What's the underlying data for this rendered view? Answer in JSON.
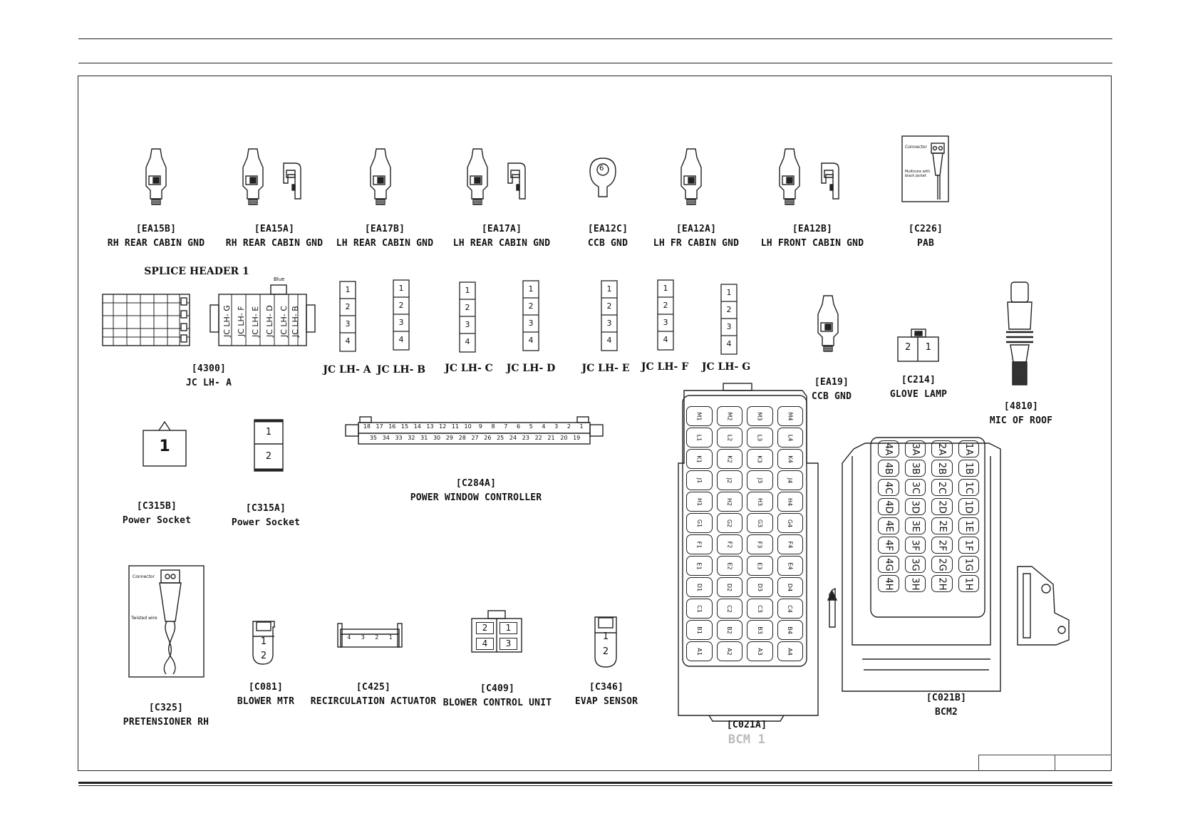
{
  "connectors": [
    {
      "code": "[EA15B]",
      "name": "RH REAR CABIN GND"
    },
    {
      "code": "[EA15A]",
      "name": "RH REAR CABIN GND"
    },
    {
      "code": "[EA17B]",
      "name": "LH REAR CABIN GND"
    },
    {
      "code": "[EA17A]",
      "name": "LH REAR CABIN GND"
    },
    {
      "code": "[EA12C]",
      "name": "CCB GND"
    },
    {
      "code": "[EA12A]",
      "name": "LH FR CABIN GND"
    },
    {
      "code": "[EA12B]",
      "name": "LH FRONT CABIN GND"
    },
    {
      "code": "[C226]",
      "name": "PAB"
    },
    {
      "code": "[4300]",
      "name": "JC LH- A"
    },
    {
      "code": "[EA19]",
      "name": "CCB GND"
    },
    {
      "code": "[C214]",
      "name": "GLOVE LAMP"
    },
    {
      "code": "[4810]",
      "name": "MIC OF ROOF"
    },
    {
      "code": "[C315B]",
      "name": "Power Socket"
    },
    {
      "code": "[C315A]",
      "name": "Power Socket"
    },
    {
      "code": "[C284A]",
      "name": "POWER WINDOW CONTROLLER"
    },
    {
      "code": "[C325]",
      "name": "PRETENSIONER RH"
    },
    {
      "code": "[C081]",
      "name": "BLOWER MTR"
    },
    {
      "code": "[C425]",
      "name": "RECIRCULATION ACTUATOR"
    },
    {
      "code": "[C409]",
      "name": "BLOWER CONTROL UNIT"
    },
    {
      "code": "[C346]",
      "name": "EVAP SENSOR"
    },
    {
      "code": "[C021A]",
      "name": "BCM 1"
    },
    {
      "code": "[C021B]",
      "name": "BCM2"
    }
  ],
  "splice_header_title": "SPLICE HEADER 1",
  "splice_blue": "Blue",
  "splice_rows": [
    "JC LH- G",
    "JC LH- F",
    "JC LH- E",
    "JC LH- D",
    "JC LH- C",
    "JC LH- B"
  ],
  "jc_labels": [
    "JC LH- A",
    "JC LH- B",
    "JC LH- C",
    "JC LH- D",
    "JC LH- E",
    "JC LH- F",
    "JC LH- G"
  ],
  "jc_pins": [
    "1",
    "2",
    "3",
    "4"
  ],
  "pab_text": {
    "connector": "Connector",
    "bottom": "Multicore with black jacket"
  },
  "pret_text": {
    "connector": "Connector",
    "twisted": "Twisted wire"
  },
  "ea12c_pin": "6",
  "c214_pins": [
    "2",
    "1"
  ],
  "c315b_pin": "1",
  "c315a_pins": [
    "1",
    "2"
  ],
  "c284a_top": [
    "18",
    "17",
    "16",
    "15",
    "14",
    "13",
    "12",
    "11",
    "10",
    "9",
    "8",
    "7",
    "6",
    "5",
    "4",
    "3",
    "2",
    "1"
  ],
  "c284a_bottom": [
    "35",
    "34",
    "33",
    "32",
    "31",
    "30",
    "29",
    "28",
    "27",
    "26",
    "25",
    "24",
    "23",
    "22",
    "21",
    "20",
    "19"
  ],
  "c081_pins": [
    "1",
    "2"
  ],
  "c425_pins": [
    "4",
    "3",
    "2",
    "1"
  ],
  "c409_pins": [
    "2",
    "1",
    "4",
    "3"
  ],
  "c346_pins": [
    "1",
    "2"
  ],
  "bcm1_rows": [
    [
      "M1",
      "M2",
      "M3",
      "M4"
    ],
    [
      "L1",
      "L2",
      "L3",
      "L4"
    ],
    [
      "K1",
      "K2",
      "K3",
      "K4"
    ],
    [
      "J1",
      "J2",
      "J3",
      "J4"
    ],
    [
      "H1",
      "H2",
      "H3",
      "H4"
    ],
    [
      "G1",
      "G2",
      "G3",
      "G4"
    ],
    [
      "F1",
      "F2",
      "F3",
      "F4"
    ],
    [
      "E1",
      "E2",
      "E3",
      "E4"
    ],
    [
      "D1",
      "D2",
      "D3",
      "D4"
    ],
    [
      "C1",
      "C2",
      "C3",
      "C4"
    ],
    [
      "B1",
      "B2",
      "B3",
      "B4"
    ],
    [
      "A1",
      "A2",
      "A3",
      "A4"
    ]
  ],
  "bcm2_rows": [
    [
      "4A",
      "3A",
      "2A",
      "1A"
    ],
    [
      "4B",
      "3B",
      "2B",
      "1B"
    ],
    [
      "4C",
      "3C",
      "2C",
      "1C"
    ],
    [
      "4D",
      "3D",
      "2D",
      "1D"
    ],
    [
      "4E",
      "3E",
      "2E",
      "1E"
    ],
    [
      "4F",
      "3F",
      "2F",
      "1F"
    ],
    [
      "4G",
      "3G",
      "2G",
      "1G"
    ],
    [
      "4H",
      "3H",
      "2H",
      "1H"
    ]
  ]
}
